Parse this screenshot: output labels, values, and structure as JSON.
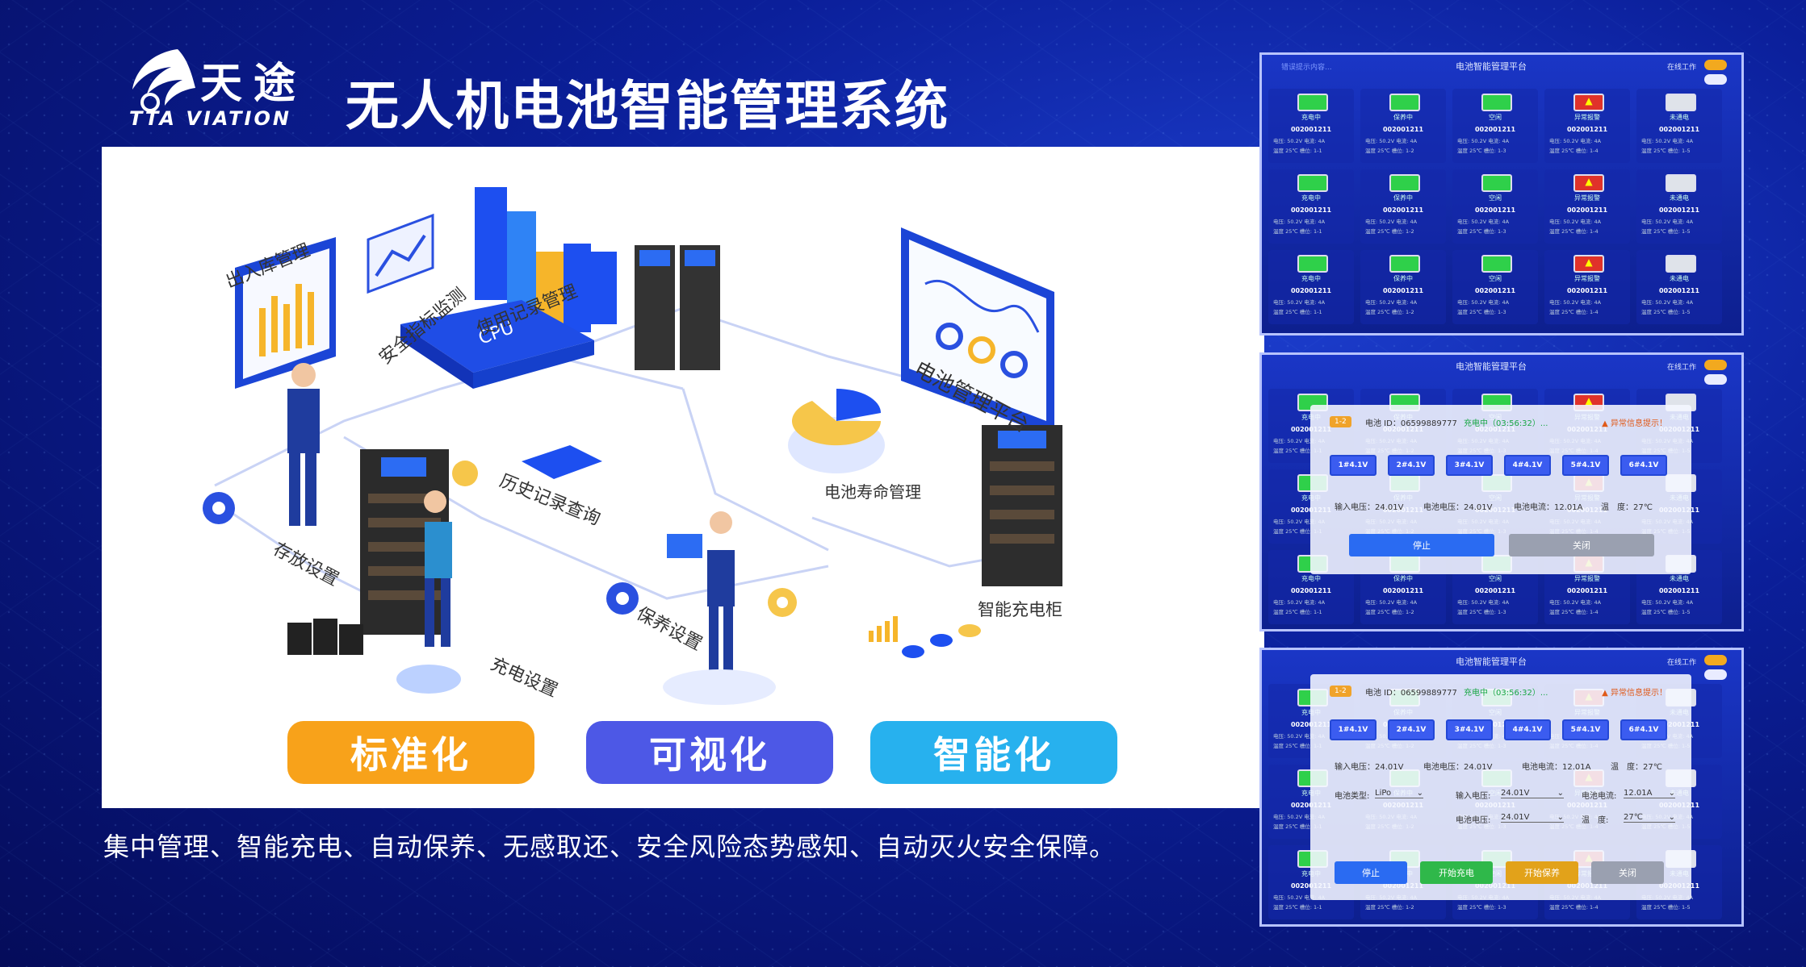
{
  "brand": {
    "cn": "天途",
    "en": "TTA VIATION"
  },
  "title": "无人机电池智能管理系统",
  "diagram": {
    "labels": [
      "出入库管理",
      "安全指标监测",
      "使用记录管理",
      "电池管理平台",
      "电池寿命管理",
      "历史记录查询",
      "存放设置",
      "保养设置",
      "充电设置",
      "智能充电柜"
    ],
    "cpu": "CPU"
  },
  "pills": [
    "标准化",
    "可视化",
    "智能化"
  ],
  "colors": {
    "pill1": "#f8a21a",
    "pill2": "#4d58e6",
    "pill3": "#27b1ee"
  },
  "caption": "集中管理、智能充电、自动保养、无感取还、安全风险态势感知、自动灭火安全保障。",
  "screen": {
    "title": "电池智能管理平台",
    "hint": "错误提示内容...",
    "online": "在线工作",
    "cells": [
      {
        "state": "充电中",
        "id": "002001211",
        "info": "电压: 50.2V  电流: 4A",
        "info2": "温度 25℃   槽位: 1-1"
      },
      {
        "state": "保养中",
        "id": "002001211",
        "info": "电压: 50.2V  电流: 4A",
        "info2": "温度 25℃   槽位: 1-2"
      },
      {
        "state": "空闲",
        "id": "002001211",
        "info": "电压: 50.2V  电流: 4A",
        "info2": "温度 25℃   槽位: 1-3"
      },
      {
        "state": "异常报警",
        "id": "002001211",
        "info": "电压: 50.2V  电流: 4A",
        "info2": "温度 25℃   槽位: 1-4"
      },
      {
        "state": "未通电",
        "id": "002001211",
        "info": "电压: 50.2V  电流: 4A",
        "info2": "温度 25℃   槽位: 1-5"
      }
    ],
    "dialog": {
      "tag": "1-2",
      "battery_id": "电池 ID：06599889777",
      "status": "充电中（03:56:32）...",
      "warn": "异常信息提示！",
      "cells": [
        "1#4.1V",
        "2#4.1V",
        "3#4.1V",
        "4#4.1V",
        "5#4.1V",
        "6#4.1V"
      ],
      "input_voltage": "输入电压：24.01V",
      "battery_voltage": "电池电压：24.01V",
      "battery_current": "电池电流：12.01A",
      "temp": "温　度：27℃",
      "battery_type_label": "电池类型:",
      "battery_type": "LiPo",
      "in_v_label": "输入电压:",
      "in_v": "24.01V",
      "cur_label": "电池电流:",
      "cur": "12.01A",
      "bv_label": "电池电压:",
      "bv": "24.01V",
      "t_label": "温　度:",
      "t": "27℃",
      "btn_stop": "停止",
      "btn_close": "关闭",
      "btn_charge": "开始充电",
      "btn_maintain": "开始保养"
    }
  }
}
